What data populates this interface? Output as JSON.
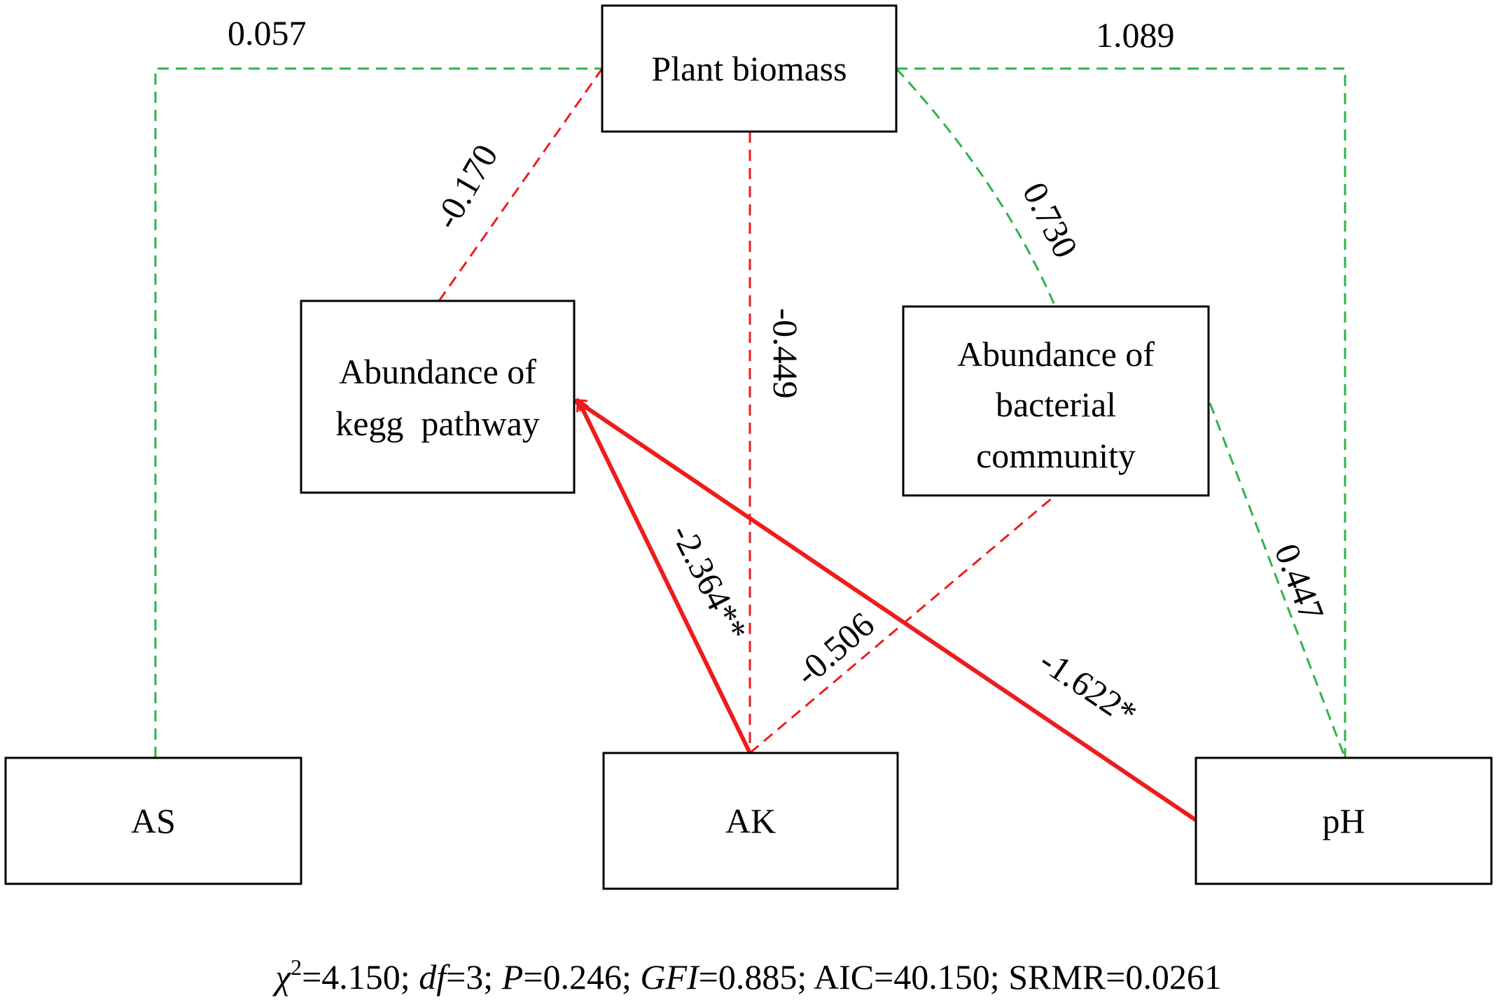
{
  "colors": {
    "positive": "#2db34a",
    "negative": "#ee1c1c",
    "box": "#000000"
  },
  "nodes": {
    "plant_biomass": "Plant biomass",
    "kegg": [
      "Abundance of",
      "kegg  pathway"
    ],
    "bacterial": [
      "Abundance of",
      "bacterial",
      "community"
    ],
    "as": "AS",
    "ak": "AK",
    "ph": "pH"
  },
  "paths": {
    "as_plant": {
      "label": "0.057",
      "sign": "positive",
      "style": "dashed"
    },
    "ph_plant": {
      "label": "1.089",
      "sign": "positive",
      "style": "dashed"
    },
    "kegg_plant": {
      "label": "-0.170",
      "sign": "negative",
      "style": "dashed"
    },
    "ak_plant": {
      "label": "-0.449",
      "sign": "negative",
      "style": "dashed"
    },
    "bacterial_plant": {
      "label": "0.730",
      "sign": "positive",
      "style": "dashed"
    },
    "ph_bacterial": {
      "label": "0.447",
      "sign": "positive",
      "style": "dashed"
    },
    "ak_bacterial": {
      "label": "-0.506",
      "sign": "negative",
      "style": "dashed"
    },
    "ak_kegg": {
      "label": "-2.364**",
      "sign": "negative",
      "style": "solid"
    },
    "ph_kegg": {
      "label": "-1.622*",
      "sign": "negative",
      "style": "solid"
    }
  },
  "fit": {
    "chi_symbol": "χ",
    "chi_sup": "2",
    "chi_value": "=4.150; ",
    "df_label": "df",
    "df_value": "=3; ",
    "p_label": "P",
    "p_value": "=0.246; ",
    "gfi_label": "GFI",
    "gfi_value": "=0.885; ",
    "rest": "AIC=40.150; SRMR=0.0261"
  }
}
